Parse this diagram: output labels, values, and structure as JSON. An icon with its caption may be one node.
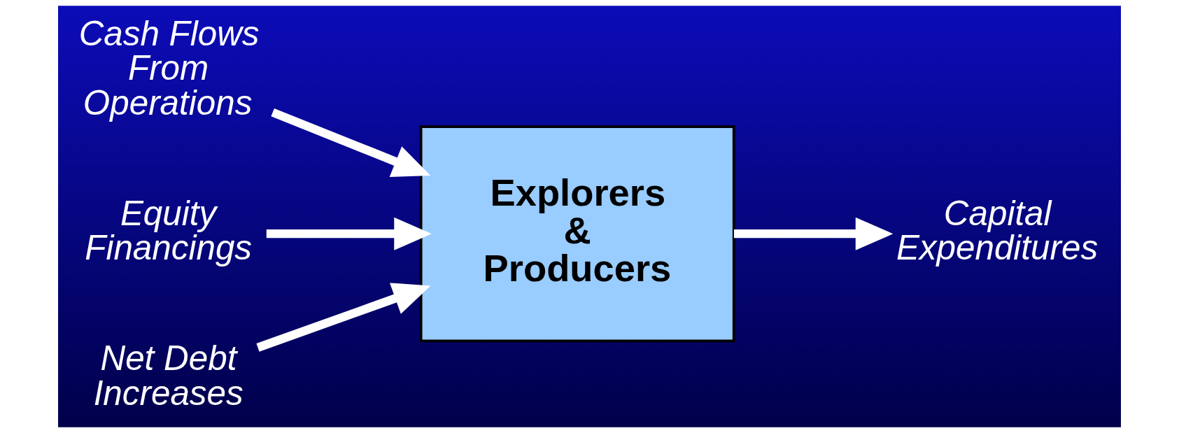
{
  "diagram": {
    "nodes": [
      {
        "text": [
          "Cash Flows From Operations"
        ]
      },
      {
        "text": [
          "Equity Financings"
        ]
      },
      {
        "text": [
          "Net Debt Increases"
        ]
      },
      {
        "text": [
          "Explorers & Producers"
        ]
      },
      {
        "text": [
          "Capital Expenditures"
        ]
      }
    ],
    "edges": [
      {
        "from": 0,
        "to": 3,
        "arrow": "to"
      },
      {
        "from": 1,
        "to": 3,
        "arrow": "to"
      },
      {
        "from": 2,
        "to": 3,
        "arrow": "to"
      },
      {
        "from": 3,
        "to": 4,
        "arrow": "to"
      }
    ]
  }
}
